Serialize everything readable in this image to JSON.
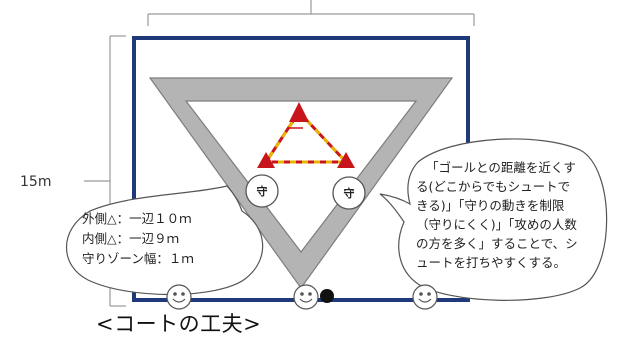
{
  "dimension_label": "15m",
  "guard_label": "守",
  "info_bubble": {
    "lines": [
      "外側△：一辺１０ｍ",
      "内側△：一辺９ｍ",
      "守りゾーン幅：１ｍ"
    ]
  },
  "tip_bubble": {
    "lines": [
      "「ゴールとの距離を近くす",
      "る(どこからでもシュートで",
      "きる)」「守りの動きを制限",
      "（守りにくく)」「攻めの人数",
      "の方を多く」することで、シ",
      "ュートを打ちやすくする。"
    ]
  },
  "caption": "<コートの工夫>",
  "colors": {
    "court_border": "#1f3a7a",
    "zone_fill": "#b4b4b4",
    "zone_stroke": "#7d7d7d",
    "goal_cone": "#c8151b",
    "goal_dash": "#e8b400",
    "ball": "#111111"
  }
}
